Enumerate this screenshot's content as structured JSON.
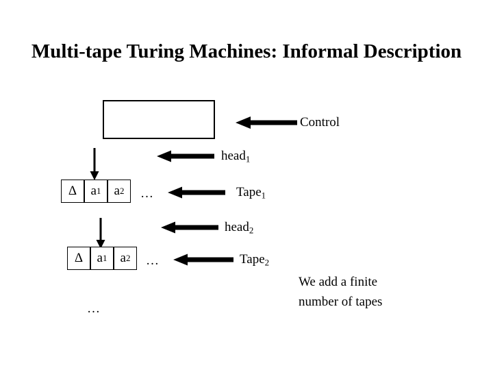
{
  "slide": {
    "title": "Multi-tape Turing Machines: Informal Description",
    "background_color": "#ffffff",
    "ink_color": "#000000"
  },
  "control": {
    "label": "Control"
  },
  "heads": [
    {
      "label_base": "head",
      "label_sub": "1"
    },
    {
      "label_base": "head",
      "label_sub": "2"
    }
  ],
  "tapes": [
    {
      "label_base": "Tape",
      "label_sub": "1",
      "cells": [
        {
          "base": "Δ",
          "sub": ""
        },
        {
          "base": "a",
          "sub": "1"
        },
        {
          "base": "a",
          "sub": "2"
        }
      ],
      "ellipsis": "…"
    },
    {
      "label_base": "Tape",
      "label_sub": "2",
      "cells": [
        {
          "base": "Δ",
          "sub": ""
        },
        {
          "base": "a",
          "sub": "1"
        },
        {
          "base": "a",
          "sub": "2"
        }
      ],
      "ellipsis": "…"
    }
  ],
  "more_tapes_ellipsis": "…",
  "note": {
    "line1": "We add a finite",
    "line2": "number of tapes"
  },
  "icons": {
    "arrow_left": "arrow-left-icon",
    "arrow_down": "arrow-down-icon"
  }
}
